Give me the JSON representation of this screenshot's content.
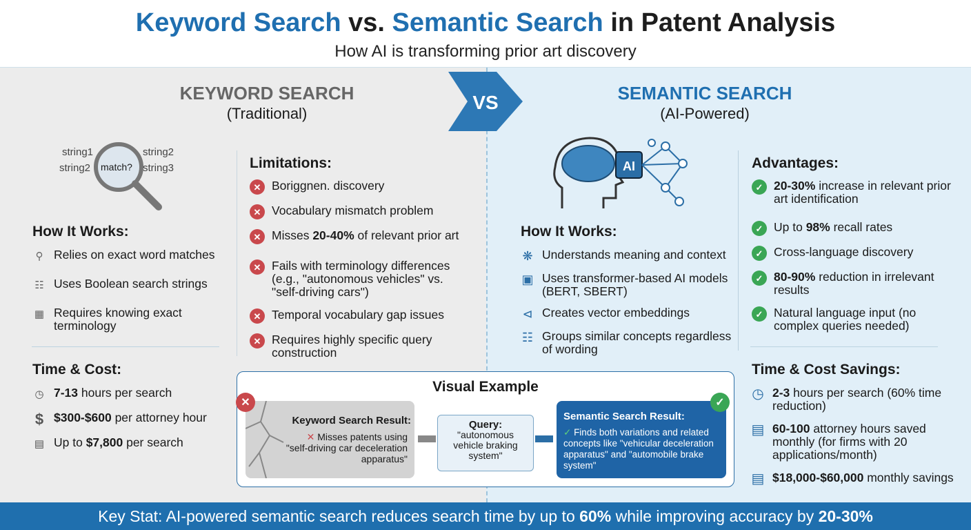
{
  "header": {
    "title_part1": "Keyword Search",
    "title_part2": " vs. ",
    "title_part3": "Semantic Search",
    "title_part4": " in Patent Analysis",
    "subtitle": "How AI is transforming prior art discovery"
  },
  "vs_label": "VS",
  "keyword": {
    "heading": "KEYWORD SEARCH",
    "subheading": "(Traditional)",
    "illustration": {
      "labels": [
        "string1",
        "string2",
        "string2",
        "string3"
      ],
      "lens_text": "match?"
    },
    "how_title": "How It Works:",
    "how": [
      {
        "icon": "search-icon",
        "text": "Relies on exact word matches"
      },
      {
        "icon": "hierarchy-icon",
        "text": "Uses Boolean search strings"
      },
      {
        "icon": "document-icon",
        "text": "Requires knowing exact terminology"
      }
    ],
    "limits_title": "Limitations:",
    "limits": [
      {
        "bold": "",
        "text": "Boriggnen. discovery"
      },
      {
        "bold": "",
        "text": "Vocabulary mismatch problem"
      },
      {
        "pre": "Misses ",
        "bold": "20-40%",
        "text": " of relevant prior art"
      },
      {
        "bold": "",
        "text": "Fails with terminology differences (e.g., \"autonomous vehicles\" vs. \"self-driving cars\")"
      },
      {
        "bold": "",
        "text": "Temporal vocabulary gap issues"
      },
      {
        "bold": "",
        "text": "Requires highly specific query construction"
      }
    ],
    "cost_title": "Time & Cost:",
    "cost": [
      {
        "icon": "clock-icon",
        "bold": "7-13",
        "text": " hours per search"
      },
      {
        "icon": "dollar-icon",
        "bold": "$300-$600",
        "text": " per attorney hour"
      },
      {
        "icon": "cash-icon",
        "pre": "Up to ",
        "bold": "$7,800",
        "text": " per search"
      }
    ]
  },
  "semantic": {
    "heading": "SEMANTIC SEARCH",
    "subheading": "(AI-Powered)",
    "illustration": {
      "chip_label": "AI"
    },
    "how_title": "How It Works:",
    "how": [
      {
        "icon": "brain-icon",
        "text": "Understands meaning and context"
      },
      {
        "icon": "chip-icon",
        "text": "Uses transformer-based AI models (BERT, SBERT)"
      },
      {
        "icon": "share-nodes-icon",
        "text": "Creates vector embeddings"
      },
      {
        "icon": "hierarchy-icon",
        "text": "Groups similar concepts regardless of wording"
      }
    ],
    "adv_title": "Advantages:",
    "adv": [
      {
        "bold": "20-30%",
        "text": " increase in relevant prior art identification"
      },
      {
        "pre": "Up to ",
        "bold": "98%",
        "text": " recall rates"
      },
      {
        "bold": "",
        "text": "Cross-language discovery"
      },
      {
        "bold": "80-90%",
        "text": " reduction in irrelevant results"
      },
      {
        "bold": "",
        "text": "Natural language input (no complex queries needed)"
      }
    ],
    "cost_title": "Time & Cost Savings:",
    "cost": [
      {
        "icon": "clock-icon",
        "bold": "2-3",
        "text": " hours per search (60% time reduction)"
      },
      {
        "icon": "money-stack-icon",
        "bold": "60-100",
        "text": " attorney hours saved monthly (for firms with 20 applications/month)"
      },
      {
        "icon": "cash-icon",
        "bold": "$18,000-$60,000",
        "text": " monthly savings"
      }
    ]
  },
  "example": {
    "title": "Visual Example",
    "keyword_title": "Keyword Search Result:",
    "keyword_text": "Misses patents using \"self-driving car deceleration apparatus\"",
    "query_title": "Query:",
    "query_text": "\"autonomous vehicle braking system\"",
    "semantic_title": "Semantic Search Result:",
    "semantic_text": "Finds both variations and related concepts like \"vehicular deceleration apparatus\" and \"automobile brake system\""
  },
  "bottom": {
    "pre": "Key Stat: AI-powered semantic search reduces search time by up to ",
    "b1": "60%",
    "mid": " while improving accuracy by ",
    "b2": "20-30%"
  },
  "colors": {
    "accent": "#1f6fb0",
    "error": "#c9484c",
    "success": "#3aa655",
    "left_bg": "#ececec",
    "right_bg": "#e1eff8"
  }
}
